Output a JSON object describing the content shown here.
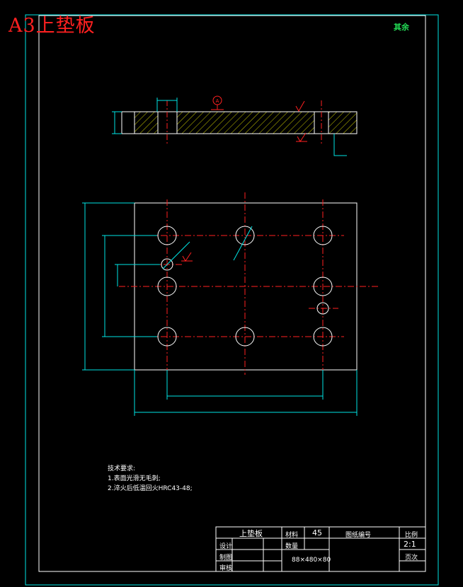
{
  "sheet": {
    "title": "A3上垫板",
    "roughness_note": "其余"
  },
  "section_view": {
    "datum_label": "A"
  },
  "technical_requirements": {
    "heading": "技术要求:",
    "items": [
      "1.表面光滑无毛刺;",
      "2.淬火后低温回火HRC43-48;"
    ]
  },
  "title_block": {
    "part_name": "上垫板",
    "material_label": "材料",
    "material_value": "45",
    "part_no_label": "图纸编号",
    "scale_label": "比例",
    "scale_value": "2:1",
    "design_label": "设计",
    "quantity_label": "数量",
    "drawing_label": "制图",
    "review_label": "审核",
    "page_label": "页次",
    "size_note": "88×480×80"
  },
  "colors": {
    "border": "#00e5e5",
    "outline": "#ffffff",
    "centerline": "#ff2020",
    "dimension": "#00e5e5",
    "hatch": "#ffff00",
    "title_red": "#ff2020"
  }
}
